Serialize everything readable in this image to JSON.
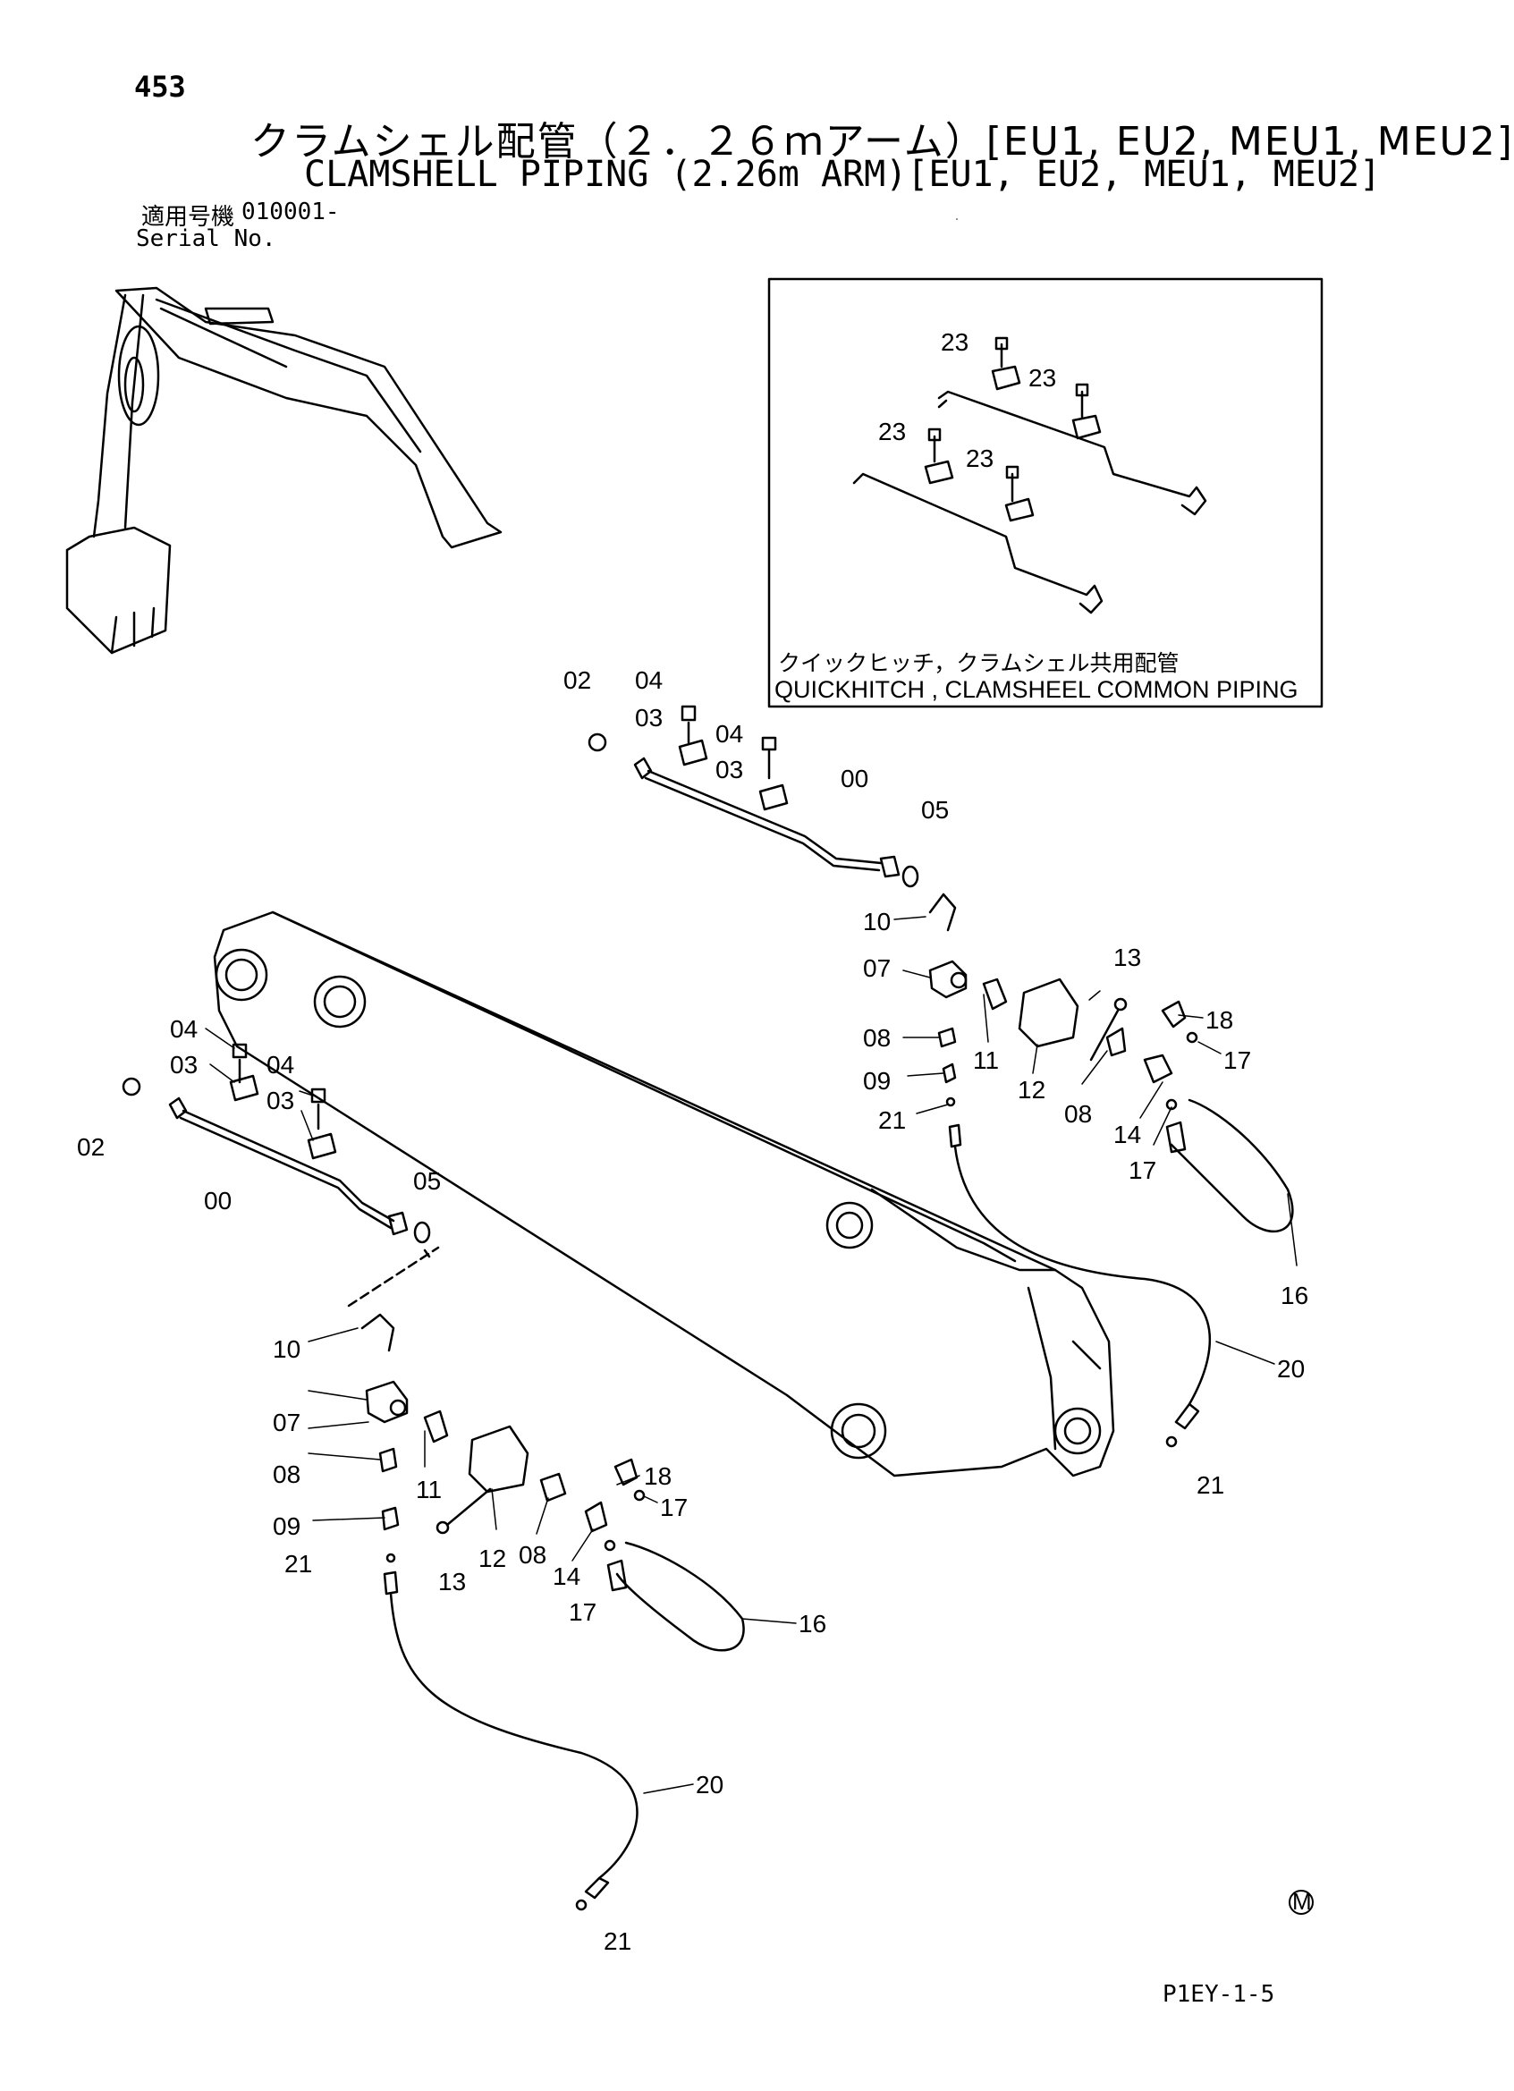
{
  "page_number": "453",
  "title_jp": "クラムシェル配管（２．２６ｍアーム）[EU1, EU2, MEU1, MEU2]",
  "title_en": "CLAMSHELL PIPING (2.26m ARM)[EU1, EU2, MEU1, MEU2]",
  "serial": {
    "label_jp": "適用号機",
    "label_en": "Serial No.",
    "value": "010001-"
  },
  "inset": {
    "caption_jp": "クイックヒッチ，クラムシェル共用配管",
    "caption_en": "QUICKHITCH , CLAMSHEEL COMMON PIPING",
    "labels": [
      "23",
      "23",
      "23",
      "23"
    ]
  },
  "callouts_upper": [
    "02",
    "04",
    "03",
    "04",
    "03",
    "00",
    "05",
    "10",
    "07",
    "13",
    "18",
    "17",
    "08",
    "11",
    "12",
    "08",
    "09",
    "21",
    "14",
    "17",
    "16",
    "20",
    "21"
  ],
  "callouts_lower": [
    "04",
    "03",
    "04",
    "03",
    "02",
    "00",
    "05",
    "10",
    "07",
    "11",
    "08",
    "09",
    "21",
    "13",
    "12",
    "08",
    "14",
    "17",
    "18",
    "17",
    "16",
    "20",
    "21"
  ],
  "mark": "M",
  "ref_code": "P1EY-1-5"
}
